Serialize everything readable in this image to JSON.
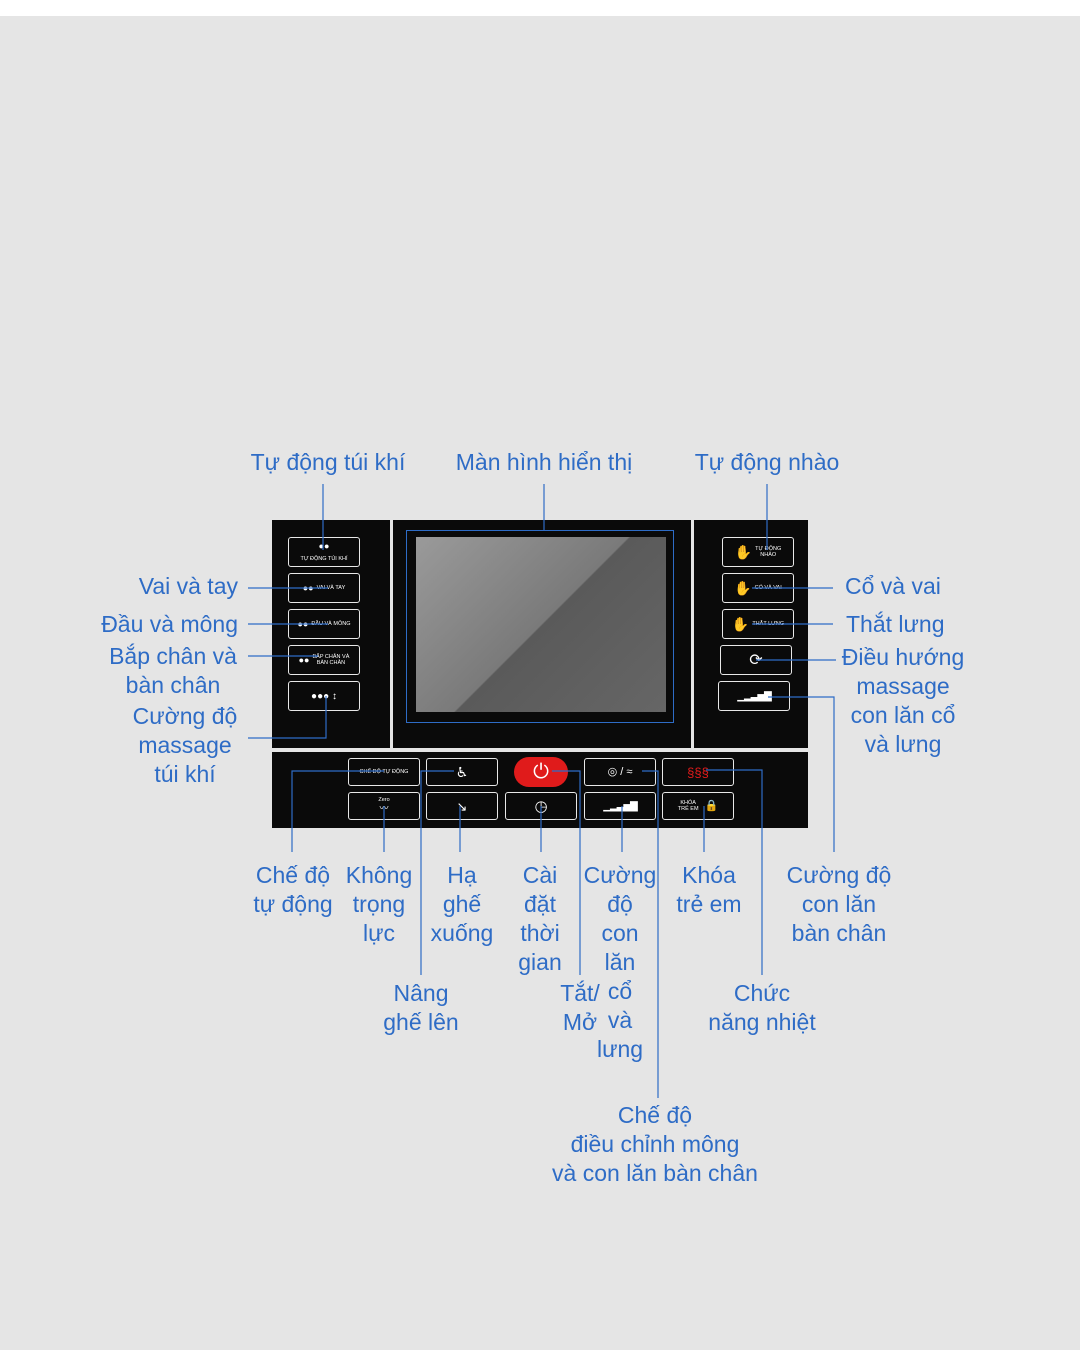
{
  "colors": {
    "annotation": "#2e6cc6",
    "panel": "#0a0a0a",
    "power": "#e01b1b",
    "background": "#e5e5e5"
  },
  "panel_buttons": {
    "left": [
      {
        "label": "TỰ ĐỘNG TÚI KHÍ",
        "icon": "airbag-icon"
      },
      {
        "label": "VAI VÀ TAY",
        "icon": "airbag-icon"
      },
      {
        "label": "ĐẦU VÀ MÔNG",
        "icon": "airbag-icon"
      },
      {
        "label": "BẮP CHÂN VÀ\nBÀN CHÂN",
        "icon": "airbag-icon"
      },
      {
        "label": "",
        "icon": "airbag-intensity-icon"
      }
    ],
    "right": [
      {
        "label": "TỰ ĐỘNG\nNHÀO",
        "icon": "knead-icon"
      },
      {
        "label": "CỔ VÀ VAI",
        "icon": "knead-icon"
      },
      {
        "label": "THẮT LƯNG",
        "icon": "knead-icon"
      },
      {
        "label": "",
        "icon": "direction-icon"
      },
      {
        "label": "",
        "icon": "intensity-bars-icon"
      }
    ],
    "bottom": {
      "auto_mode": "CHẾ ĐỘ TỰ ĐỘNG",
      "zero": "Zero",
      "child_lock": "KHÓA\nTRẺ EM"
    }
  },
  "annotations": {
    "auto_airbag": "Tự động túi khí",
    "display": "Màn hình hiển thị",
    "auto_knead": "Tự động nhào",
    "shoulder_arm": "Vai và tay",
    "head_hip": "Đầu và mông",
    "calf_foot": "Bắp chân và\nbàn chân",
    "airbag_intensity": "Cường độ\nmassage\ntúi khí",
    "neck_shoulder": "Cổ và vai",
    "waist": "Thắt lưng",
    "direction": "Điều hướng\nmassage\ncon lăn cổ\nvà lưng",
    "auto_mode": "Chế độ\ntự động",
    "zero_gravity": "Không\ntrọng\nlực",
    "lower_chair": "Hạ\nghế\nxuống",
    "timer": "Cài\nđặt\nthời\ngian",
    "roller_intensity": "Cường\nđộ\ncon\nlăn\ncổ\nvà\nlưng",
    "child_lock": "Khóa\ntrẻ em",
    "foot_roller_intensity": "Cường độ\ncon lăn\nbàn chân",
    "raise_chair": "Nâng\nghế lên",
    "power": "Tắt/\nMở",
    "heat": "Chức\nnăng nhiệt",
    "hip_foot_mode": "Chế độ\nđiều chỉnh mông\nvà con lăn bàn chân"
  }
}
